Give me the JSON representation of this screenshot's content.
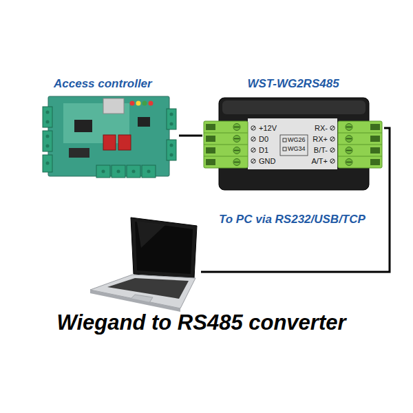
{
  "diagram": {
    "title": "Wiegand to RS485 converter",
    "nodes": [
      {
        "text": [
          "Access controller"
        ]
      },
      {
        "text": [
          "WST-WG2RS485"
        ]
      },
      {
        "text": [
          "To PC via RS232/USB/TCP"
        ]
      }
    ],
    "edges": [
      {
        "from": 0,
        "to": 1,
        "arrow": "none"
      },
      {
        "from": 1,
        "to": 2,
        "arrow": "none"
      }
    ],
    "labels": [
      "+12V",
      "D0",
      "D1",
      "GND",
      "WG26",
      "WG34",
      "RX-",
      "RX+",
      "B/T-",
      "A/T+"
    ]
  }
}
